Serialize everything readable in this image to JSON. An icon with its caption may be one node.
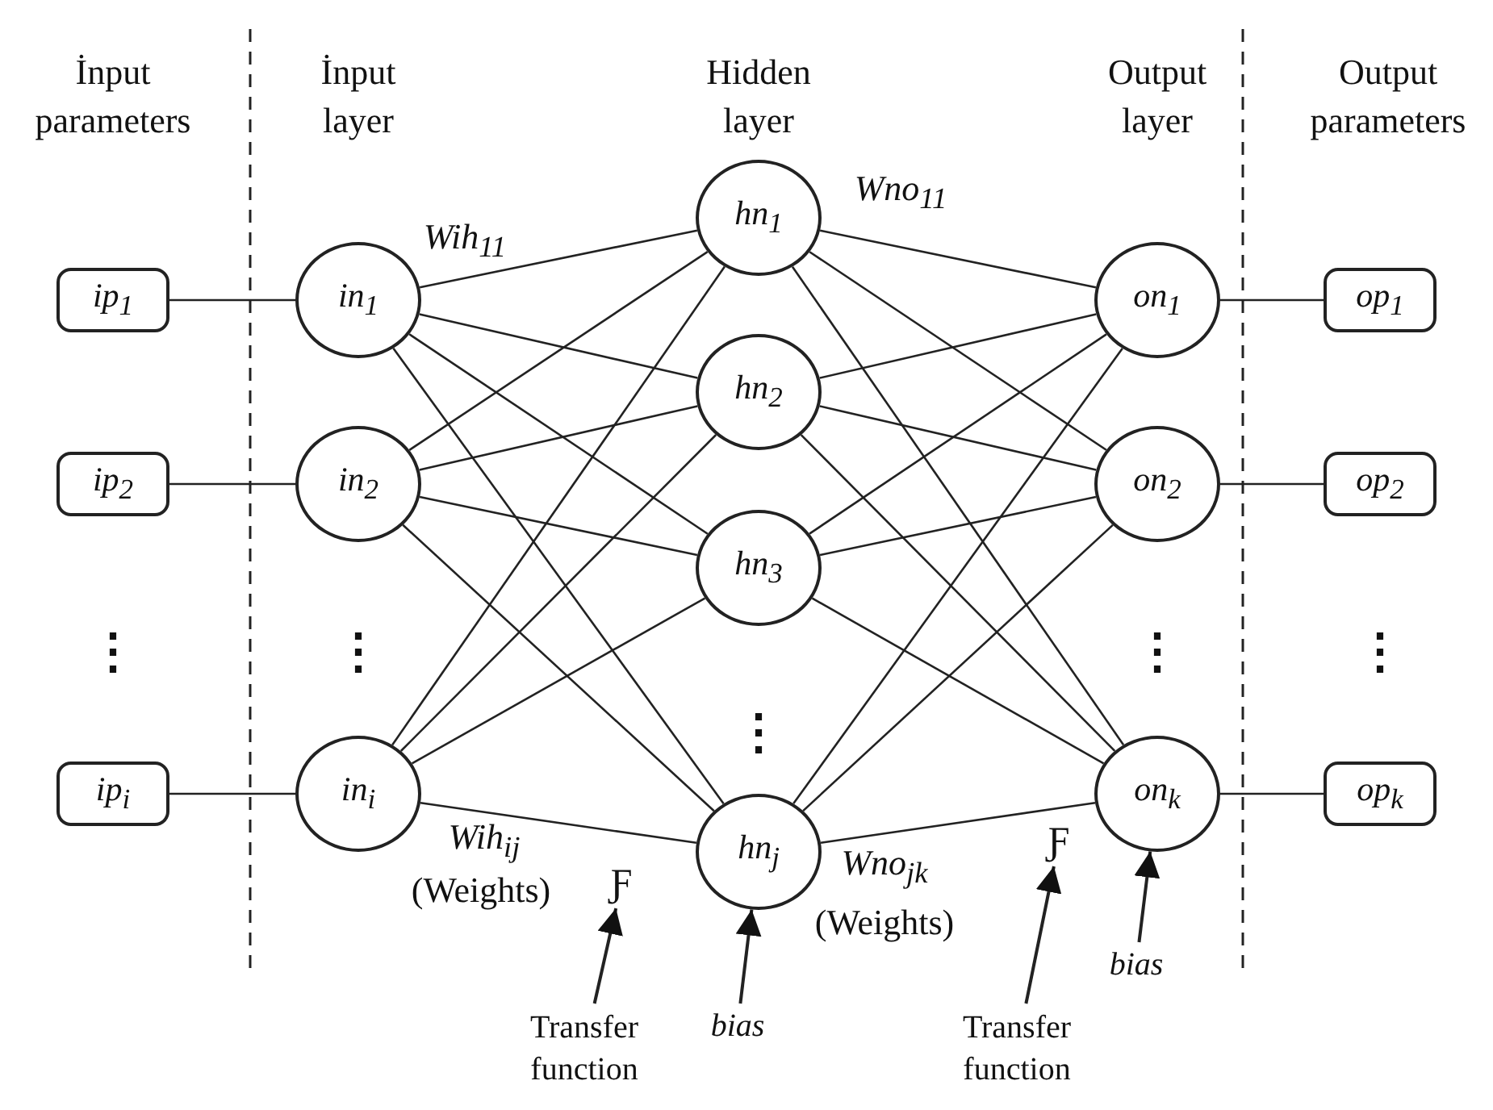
{
  "diagram": {
    "nodes": [
      {
        "text": [
          "ip$_{1}$"
        ]
      },
      {
        "text": [
          "ip$_{2}$"
        ]
      },
      {
        "text": [
          "ip$_{i}$"
        ]
      },
      {
        "text": [
          "in$_{1}$"
        ]
      },
      {
        "text": [
          "in$_{2}$"
        ]
      },
      {
        "text": [
          "in$_{i}$"
        ]
      },
      {
        "text": [
          "hn$_{1}$"
        ]
      },
      {
        "text": [
          "hn$_{2}$"
        ]
      },
      {
        "text": [
          "hn$_{3}$"
        ]
      },
      {
        "text": [
          "hn$_{j}$"
        ]
      },
      {
        "text": [
          "on$_{1}$"
        ]
      },
      {
        "text": [
          "on$_{2}$"
        ]
      },
      {
        "text": [
          "on$_{k}$"
        ]
      },
      {
        "text": [
          "op$_{1}$"
        ]
      },
      {
        "text": [
          "op$_{2}$"
        ]
      },
      {
        "text": [
          "op$_{k}$"
        ]
      },
      {
        "text": [
          "Ƒ"
        ]
      },
      {
        "text": [
          "Transfer function"
        ]
      },
      {
        "text": [
          "bias"
        ]
      },
      {
        "text": [
          "Ƒ"
        ]
      },
      {
        "text": [
          "Transfer function"
        ]
      },
      {
        "text": [
          "bias"
        ]
      }
    ],
    "edges": [
      {
        "from": 0,
        "to": 3,
        "arrow": "none"
      },
      {
        "from": 1,
        "to": 4,
        "arrow": "none"
      },
      {
        "from": 2,
        "to": 5,
        "arrow": "none"
      },
      {
        "from": 3,
        "to": 6,
        "arrow": "none"
      },
      {
        "from": 3,
        "to": 7,
        "arrow": "none"
      },
      {
        "from": 3,
        "to": 8,
        "arrow": "none"
      },
      {
        "from": 3,
        "to": 9,
        "arrow": "none"
      },
      {
        "from": 4,
        "to": 6,
        "arrow": "none"
      },
      {
        "from": 4,
        "to": 7,
        "arrow": "none"
      },
      {
        "from": 4,
        "to": 8,
        "arrow": "none"
      },
      {
        "from": 4,
        "to": 9,
        "arrow": "none"
      },
      {
        "from": 5,
        "to": 6,
        "arrow": "none"
      },
      {
        "from": 5,
        "to": 7,
        "arrow": "none"
      },
      {
        "from": 5,
        "to": 8,
        "arrow": "none"
      },
      {
        "from": 5,
        "to": 9,
        "arrow": "none"
      },
      {
        "from": 6,
        "to": 10,
        "arrow": "none"
      },
      {
        "from": 6,
        "to": 11,
        "arrow": "none"
      },
      {
        "from": 6,
        "to": 12,
        "arrow": "none"
      },
      {
        "from": 7,
        "to": 10,
        "arrow": "none"
      },
      {
        "from": 7,
        "to": 11,
        "arrow": "none"
      },
      {
        "from": 7,
        "to": 12,
        "arrow": "none"
      },
      {
        "from": 8,
        "to": 10,
        "arrow": "none"
      },
      {
        "from": 8,
        "to": 11,
        "arrow": "none"
      },
      {
        "from": 8,
        "to": 12,
        "arrow": "none"
      },
      {
        "from": 9,
        "to": 10,
        "arrow": "none"
      },
      {
        "from": 9,
        "to": 11,
        "arrow": "none"
      },
      {
        "from": 9,
        "to": 12,
        "arrow": "none"
      },
      {
        "from": 10,
        "to": 13,
        "arrow": "none"
      },
      {
        "from": 11,
        "to": 14,
        "arrow": "none"
      },
      {
        "from": 12,
        "to": 15,
        "arrow": "none"
      },
      {
        "from": 17,
        "to": 16,
        "arrow": "to"
      },
      {
        "from": 18,
        "to": 9,
        "arrow": "to"
      },
      {
        "from": 20,
        "to": 19,
        "arrow": "to"
      },
      {
        "from": 21,
        "to": 12,
        "arrow": "to"
      }
    ],
    "labels": [
      "İnput parameters",
      "İnput layer",
      "Hidden layer",
      "Output layer",
      "Output parameters",
      "Wno$_{11}$",
      "Wih$_{11}$",
      "⋮",
      "⋮",
      "⋮",
      "⋮",
      "⋮",
      "Wih$_{ij}$",
      "(Weights)",
      "Wno$_{jk}$",
      "(Weights)"
    ]
  }
}
